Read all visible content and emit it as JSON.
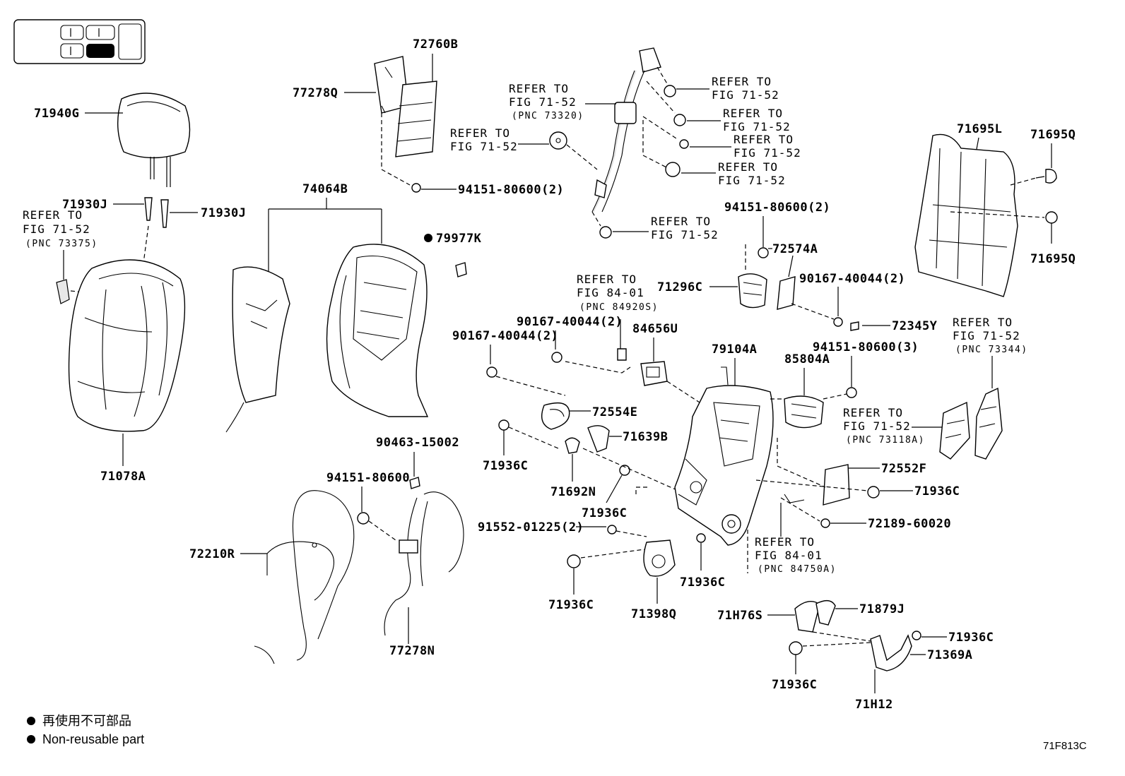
{
  "labels": {
    "p71940G": "71940G",
    "p72760B": "72760B",
    "p77278Q": "77278Q",
    "p71930J_a": "71930J",
    "p71930J_b": "71930J",
    "p74064B": "74064B",
    "p79977K": "79977K",
    "p71078A": "71078A",
    "p94151_2a": "94151-80600(2)",
    "p94151_2b": "94151-80600(2)",
    "p72574A": "72574A",
    "p71296C": "71296C",
    "p90167_a": "90167-40044(2)",
    "p90167_b": "90167-40044(2)",
    "p90167_c": "90167-40044(2)",
    "p72345Y": "72345Y",
    "p84656U": "84656U",
    "p79104A": "79104A",
    "p85804A": "85804A",
    "p94151_3": "94151-80600(3)",
    "p72554E": "72554E",
    "p71639B": "71639B",
    "p71936C_a": "71936C",
    "p71692N": "71692N",
    "p71936C_b": "71936C",
    "p72552F": "72552F",
    "p71936C_c": "71936C",
    "p72189": "72189-60020",
    "p91552": "91552-01225(2)",
    "p90463": "90463-15002",
    "p94151": "94151-80600",
    "p72210R": "72210R",
    "p77278N": "77278N",
    "p71936C_d": "71936C",
    "p71398Q": "71398Q",
    "p71936C_e": "71936C",
    "p71H76S": "71H76S",
    "p71879J": "71879J",
    "p71936C_f": "71936C",
    "p71369A": "71369A",
    "p71936C_g": "71936C",
    "p71H12": "71H12",
    "p71695L": "71695L",
    "p71695Q_a": "71695Q",
    "p71695Q_b": "71695Q"
  },
  "refs": {
    "refer_to": "REFER TO",
    "fig_71_52": "FIG 71-52",
    "fig_84_01": "FIG 84-01",
    "pnc_73375": "(PNC 73375)",
    "pnc_73320": "(PNC 73320)",
    "pnc_84920S": "(PNC 84920S)",
    "pnc_73344": "(PNC 73344)",
    "pnc_73118A": "(PNC 73118A)",
    "pnc_84750A": "(PNC 84750A)"
  },
  "legend": {
    "line1": "再使用不可部品",
    "line2": "Non-reusable part"
  },
  "diagram_code": "71F813C"
}
